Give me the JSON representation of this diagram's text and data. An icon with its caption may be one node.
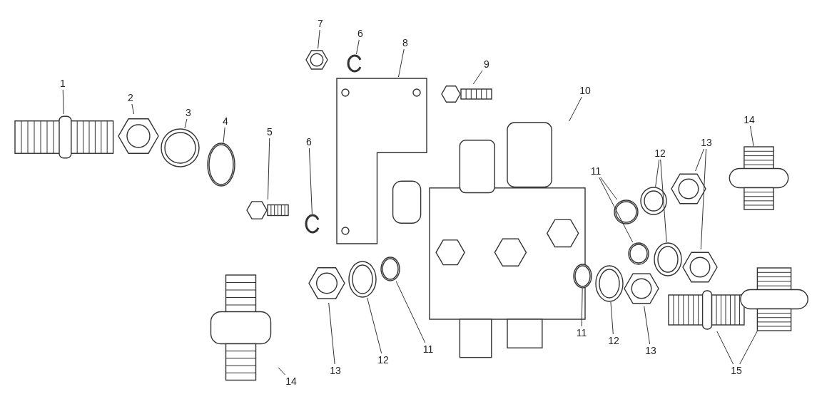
{
  "diagram": {
    "nodes": [
      {
        "text": [
          "1"
        ]
      },
      {
        "text": [
          "2"
        ]
      },
      {
        "text": [
          "3"
        ]
      },
      {
        "text": [
          "4"
        ]
      },
      {
        "text": [
          "5"
        ]
      },
      {
        "text": [
          "6"
        ]
      },
      {
        "text": [
          "7"
        ]
      },
      {
        "text": [
          "6"
        ]
      },
      {
        "text": [
          "8"
        ]
      },
      {
        "text": [
          "9"
        ]
      },
      {
        "text": [
          "10"
        ]
      },
      {
        "text": [
          "11"
        ]
      },
      {
        "text": [
          "12"
        ]
      },
      {
        "text": [
          "13"
        ]
      },
      {
        "text": [
          "14"
        ]
      },
      {
        "text": [
          "14"
        ]
      },
      {
        "text": [
          "13"
        ]
      },
      {
        "text": [
          "12"
        ]
      },
      {
        "text": [
          "11"
        ]
      },
      {
        "text": [
          "11"
        ]
      },
      {
        "text": [
          "12"
        ]
      },
      {
        "text": [
          "13"
        ]
      },
      {
        "text": [
          "15"
        ]
      },
      {
        "text": [],
        "shape": "picture"
      },
      {
        "text": [],
        "shape": "picture"
      },
      {
        "text": [],
        "shape": "picture"
      },
      {
        "text": [],
        "shape": "picture"
      },
      {
        "text": [],
        "shape": "picture"
      },
      {
        "text": [],
        "shape": "picture"
      },
      {
        "text": [],
        "shape": "picture"
      },
      {
        "text": [],
        "shape": "picture"
      },
      {
        "text": [],
        "shape": "picture"
      },
      {
        "text": [],
        "shape": "picture"
      },
      {
        "text": [],
        "shape": "picture"
      },
      {
        "text": [],
        "shape": "picture"
      },
      {
        "text": [],
        "shape": "picture"
      },
      {
        "text": [],
        "shape": "picture"
      },
      {
        "text": [],
        "shape": "picture"
      },
      {
        "text": [],
        "shape": "picture"
      },
      {
        "text": [],
        "shape": "picture"
      },
      {
        "text": [],
        "shape": "picture"
      },
      {
        "text": [],
        "shape": "picture"
      },
      {
        "text": [],
        "shape": "picture"
      },
      {
        "text": [],
        "shape": "picture"
      },
      {
        "text": [],
        "shape": "picture"
      },
      {
        "text": [],
        "shape": "picture"
      },
      {
        "text": [],
        "shape": "picture"
      },
      {
        "text": [],
        "shape": "picture"
      },
      {
        "text": [],
        "shape": "picture"
      },
      {
        "text": [],
        "shape": "picture"
      }
    ],
    "edges": [
      {
        "from": 0,
        "to": 23,
        "arrow": "none"
      },
      {
        "from": 1,
        "to": 24,
        "arrow": "none"
      },
      {
        "from": 2,
        "to": 25,
        "arrow": "none"
      },
      {
        "from": 3,
        "to": 26,
        "arrow": "none"
      },
      {
        "from": 4,
        "to": 27,
        "arrow": "none"
      },
      {
        "from": 5,
        "to": 28,
        "arrow": "none"
      },
      {
        "from": 6,
        "to": 29,
        "arrow": "none"
      },
      {
        "from": 7,
        "to": 30,
        "arrow": "none"
      },
      {
        "from": 8,
        "to": 31,
        "arrow": "none"
      },
      {
        "from": 9,
        "to": 32,
        "arrow": "none"
      },
      {
        "from": 10,
        "to": 33,
        "arrow": "none"
      },
      {
        "from": 11,
        "to": 34,
        "arrow": "none"
      },
      {
        "from": 11,
        "to": 35,
        "arrow": "none"
      },
      {
        "from": 12,
        "to": 36,
        "arrow": "none"
      },
      {
        "from": 12,
        "to": 37,
        "arrow": "none"
      },
      {
        "from": 13,
        "to": 38,
        "arrow": "none"
      },
      {
        "from": 13,
        "to": 39,
        "arrow": "none"
      },
      {
        "from": 14,
        "to": 40,
        "arrow": "none"
      },
      {
        "from": 15,
        "to": 41,
        "arrow": "none"
      },
      {
        "from": 16,
        "to": 42,
        "arrow": "none"
      },
      {
        "from": 17,
        "to": 43,
        "arrow": "none"
      },
      {
        "from": 18,
        "to": 44,
        "arrow": "none"
      },
      {
        "from": 19,
        "to": 45,
        "arrow": "none"
      },
      {
        "from": 20,
        "to": 46,
        "arrow": "none"
      },
      {
        "from": 21,
        "to": 47,
        "arrow": "none"
      },
      {
        "from": 22,
        "to": 48,
        "arrow": "none"
      },
      {
        "from": 22,
        "to": 49,
        "arrow": "none"
      }
    ]
  }
}
